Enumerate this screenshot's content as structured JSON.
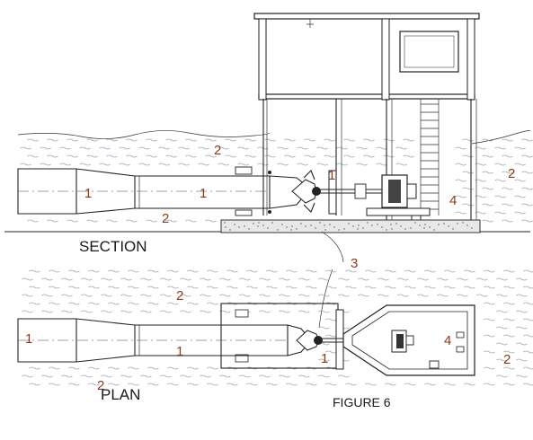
{
  "labels": {
    "section": "SECTION",
    "plan": "PLAN",
    "figure": "FIGURE 6"
  },
  "numbers": {
    "penstock": "1",
    "water": "2",
    "turbine": "3",
    "powerhouse": "4"
  },
  "colors": {
    "label": "#8b3a1e",
    "water_lines": "#9aa7b8",
    "ink": "#222222"
  }
}
